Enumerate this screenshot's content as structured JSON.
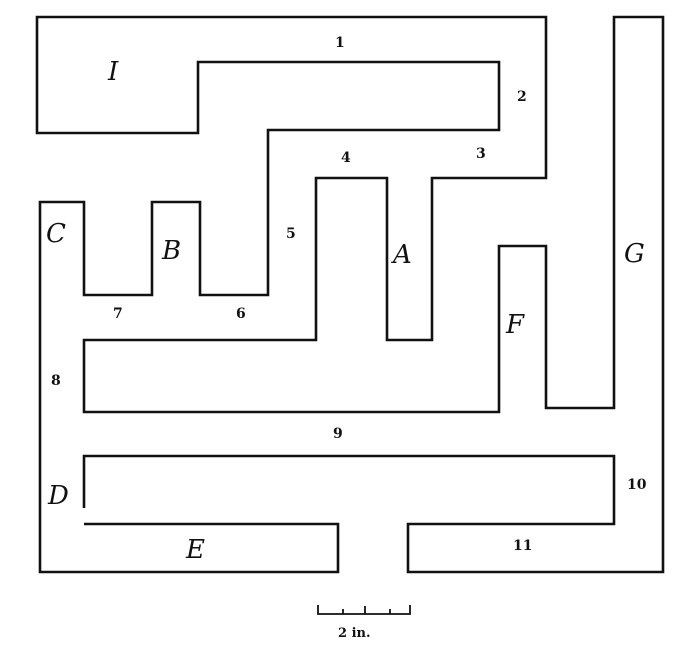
{
  "diagram": {
    "type": "maze-floor-plan",
    "region_labels": [
      "I",
      "C",
      "B",
      "A",
      "G",
      "F",
      "D",
      "E"
    ],
    "path_numbers": [
      "1",
      "2",
      "3",
      "4",
      "5",
      "6",
      "7",
      "8",
      "9",
      "10",
      "11"
    ],
    "scale_bar": {
      "label": "2 in.",
      "divisions": 4
    }
  }
}
